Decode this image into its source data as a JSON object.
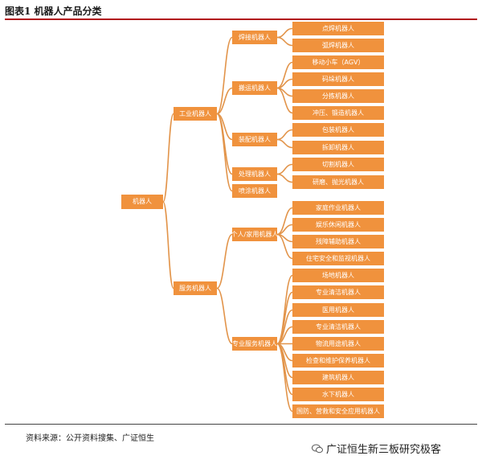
{
  "header": {
    "title": "图表1 机器人产品分类"
  },
  "diagram": {
    "root": "机器人",
    "level1": {
      "industrial": "工业机器人",
      "service": "服务机器人"
    },
    "level2": {
      "welding": "焊接机器人",
      "handling": "搬运机器人",
      "assembly": "装配机器人",
      "processing": "处理机器人",
      "spraying": "喷涂机器人",
      "personal": "个人/家用机器人",
      "professional": "专业服务机器人"
    },
    "leaves": {
      "welding": [
        "点焊机器人",
        "弧焊机器人"
      ],
      "handling": [
        "移动小车（AGV）",
        "码垛机器人",
        "分拣机器人",
        "冲压、锻造机器人"
      ],
      "assembly": [
        "包装机器人",
        "拆卸机器人"
      ],
      "processing": [
        "切割机器人",
        "研磨、抛光机器人"
      ],
      "personal": [
        "家庭作业机器人",
        "娱乐休闲机器人",
        "残障辅助机器人",
        "住宅安全和监视机器人"
      ],
      "professional": [
        "场地机器人",
        "专业清洁机器人",
        "医用机器人",
        "专业清洁机器人",
        "物流用途机器人",
        "检查和维护保养机器人",
        "建筑机器人",
        "水下机器人",
        "国防、营救和安全应用机器人"
      ]
    }
  },
  "footer": {
    "source": "资料来源：公开资料搜集、广证恒生"
  },
  "watermark": {
    "text": "广证恒生新三板研究极客"
  },
  "colors": {
    "node": "#f0923d",
    "line": "#e2944a",
    "rule": "#b1121b"
  }
}
